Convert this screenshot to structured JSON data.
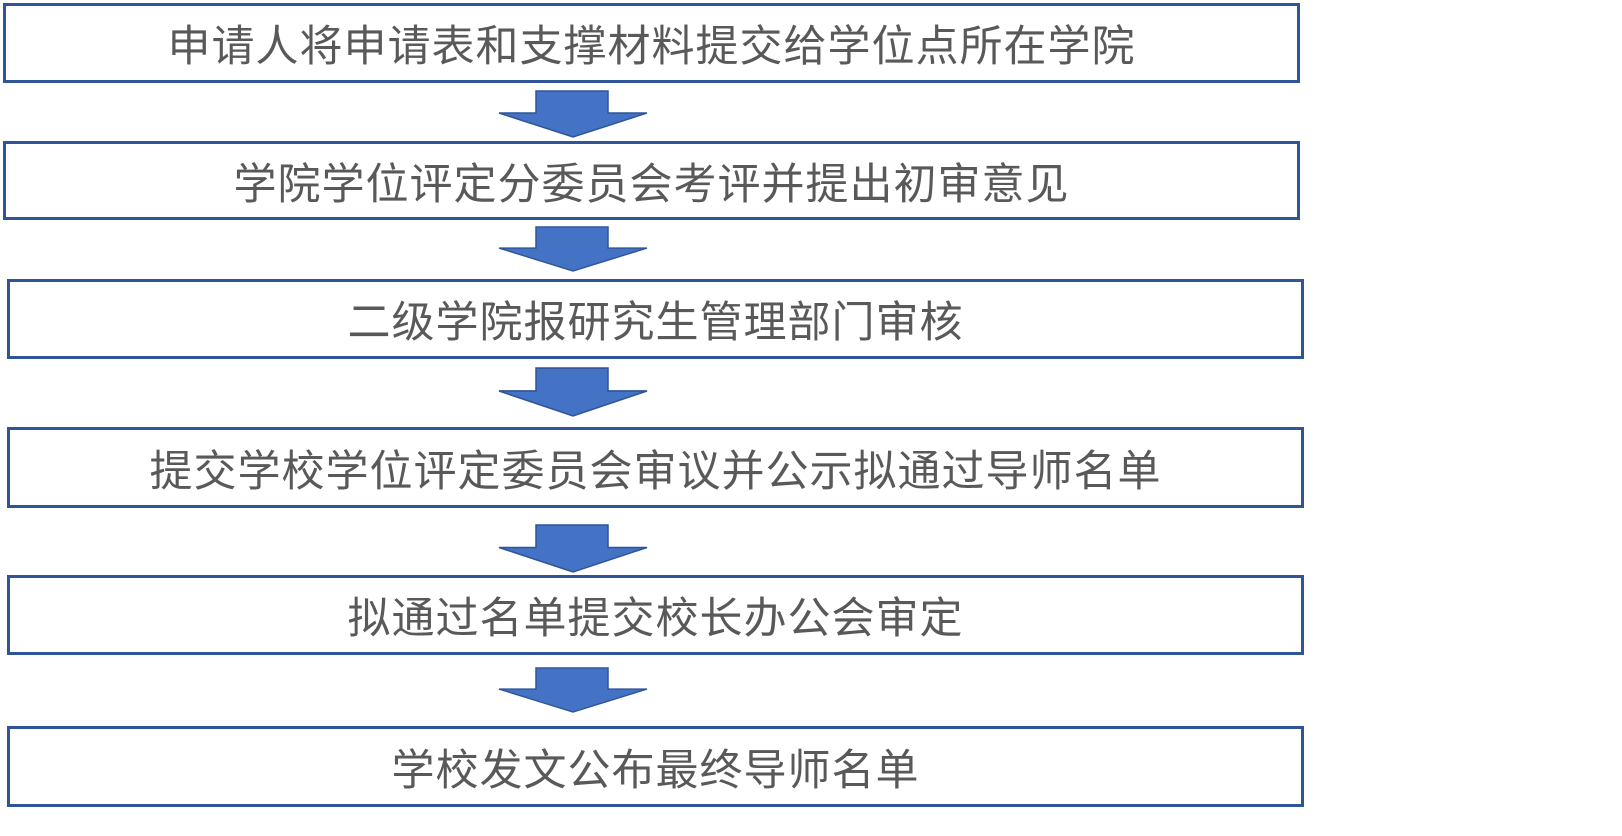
{
  "steps": [
    {
      "label": "申请人将申请表和支撑材料提交给学位点所在学院"
    },
    {
      "label": "学院学位评定分委员会考评并提出初审意见"
    },
    {
      "label": "二级学院报研究生管理部门审核"
    },
    {
      "label": "提交学校学位评定委员会审议并公示拟通过导师名单"
    },
    {
      "label": "拟通过名单提交校长办公会审定"
    },
    {
      "label": "学校发文公布最终导师名单"
    }
  ],
  "colors": {
    "border": "#2F5597",
    "arrow_fill": "#4472C4",
    "text": "#595959"
  }
}
